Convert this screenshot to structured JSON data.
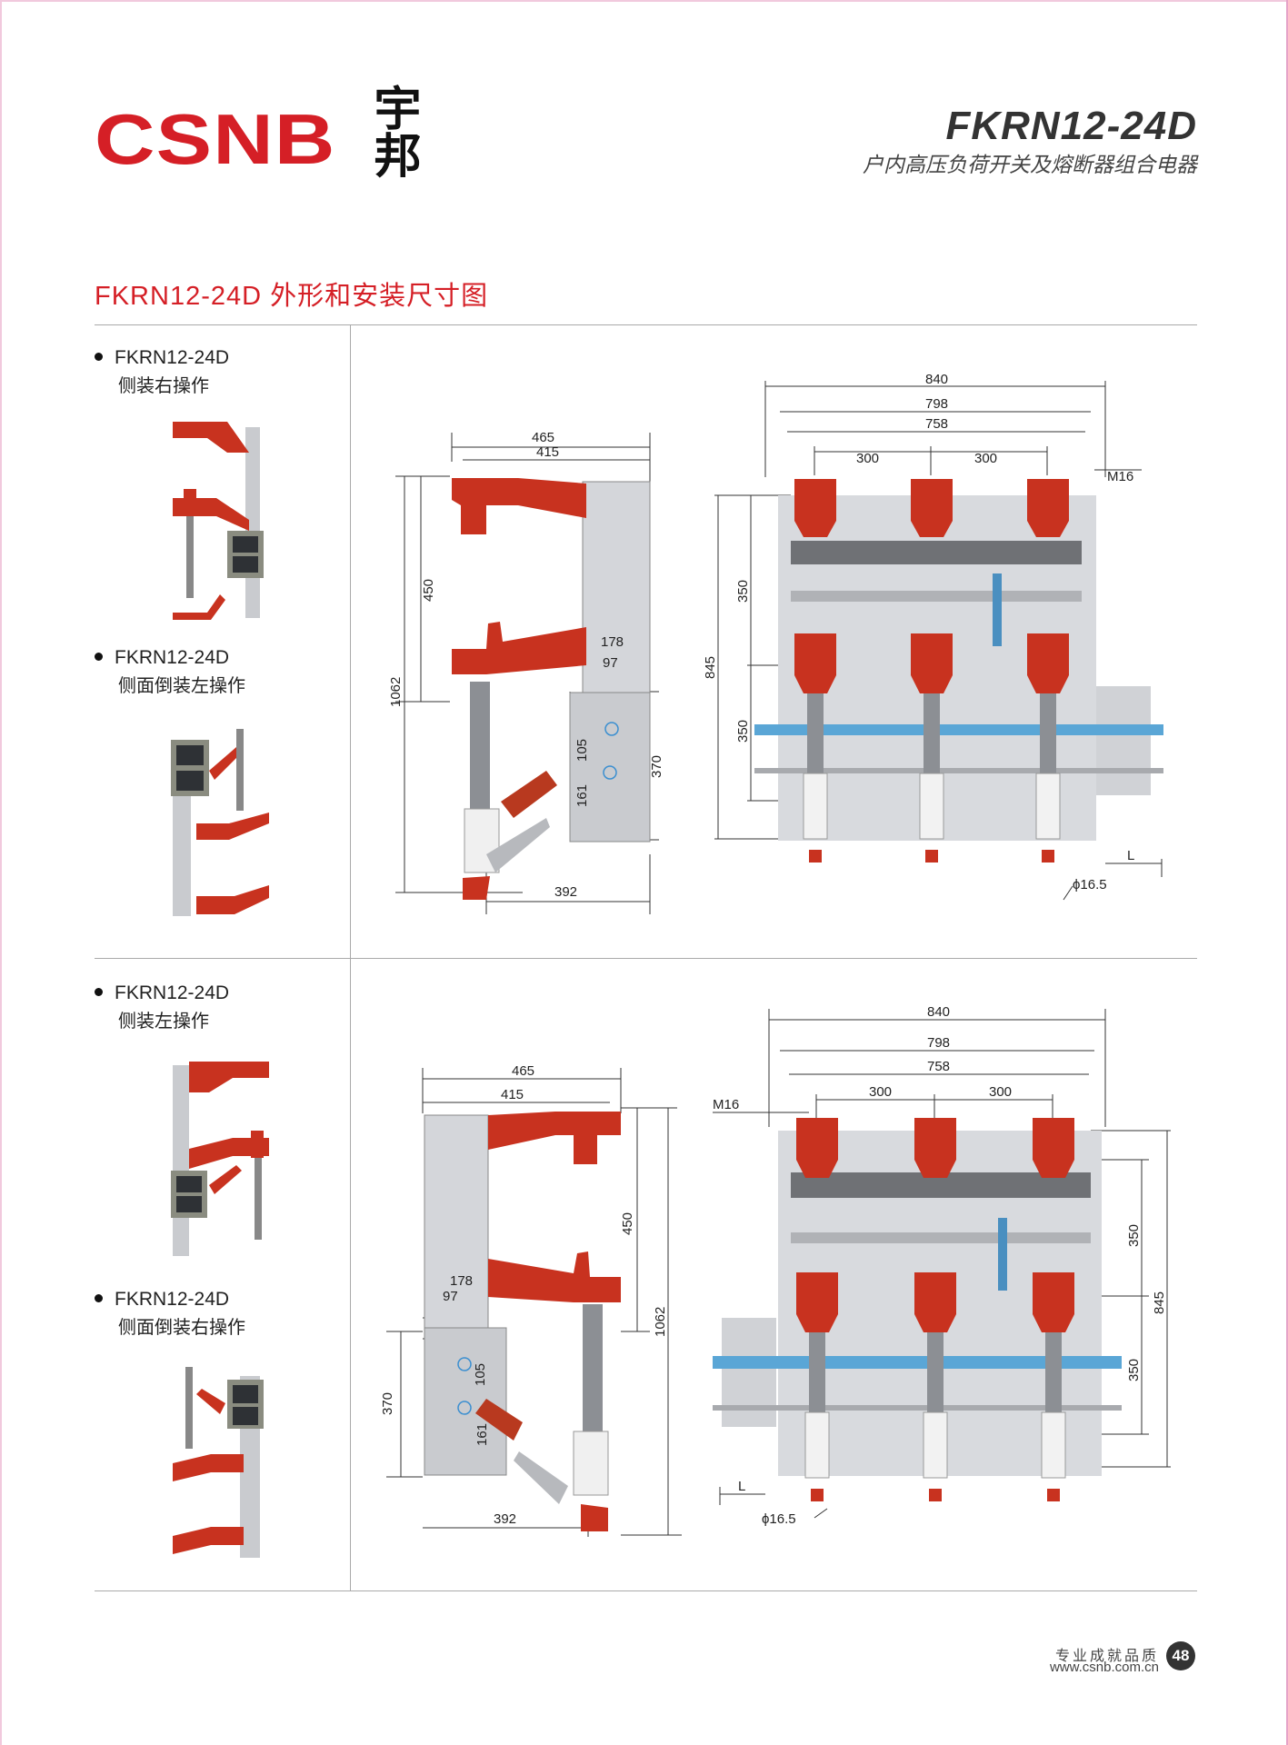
{
  "brand": {
    "latin": "CSNB",
    "chinese": "宇邦"
  },
  "header": {
    "model": "FKRN12-24D",
    "subtitle": "户内高压负荷开关及熔断器组合电器"
  },
  "section_title": "FKRN12-24D 外形和安装尺寸图",
  "variants": [
    {
      "model": "FKRN12-24D",
      "desc": "侧装右操作"
    },
    {
      "model": "FKRN12-24D",
      "desc": "侧面倒装左操作"
    },
    {
      "model": "FKRN12-24D",
      "desc": "侧装左操作"
    },
    {
      "model": "FKRN12-24D",
      "desc": "侧面倒装右操作"
    }
  ],
  "side_view_dims": {
    "overall_depth": "465",
    "depth_2": "415",
    "upper_height": "450",
    "total_height": "1062",
    "offset_178": "178",
    "offset_97": "97",
    "hole_spacing": "105",
    "hole_low": "161",
    "box_height": "370",
    "base_depth": "392"
  },
  "front_view_dims": {
    "overall_width": "840",
    "width_2": "798",
    "width_3": "758",
    "pitch_1": "300",
    "pitch_2": "300",
    "thread": "M16",
    "height_upper": "350",
    "height_lower": "350",
    "total_height": "845",
    "l_label": "L",
    "hole": "ϕ16.5"
  },
  "colors": {
    "brand_red": "#d51f26",
    "insulator_red": "#c8321f",
    "frame_gray": "#d4d6da",
    "shaft_blue": "#5aa6d6"
  },
  "footer": {
    "slogan": "专业成就品质",
    "url": "www.csnb.com.cn",
    "page": "48"
  }
}
